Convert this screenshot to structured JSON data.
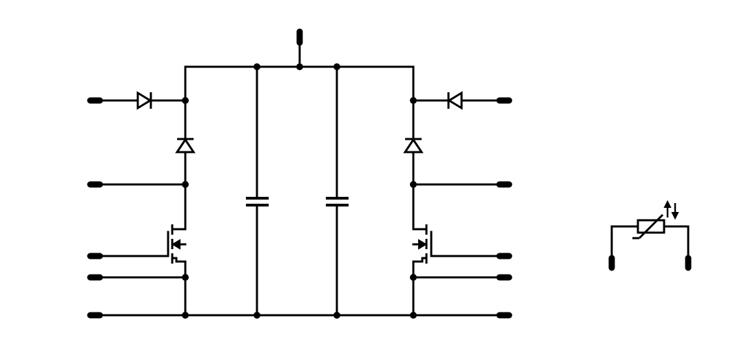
{
  "diagram": {
    "kind": "schematic",
    "components": [
      "diode-input-left",
      "diode-vertical-left",
      "mosfet-left",
      "capacitor-1",
      "capacitor-2",
      "diode-input-right",
      "diode-vertical-right",
      "mosfet-right",
      "ntc-thermistor"
    ],
    "colors": {
      "wire": "#000000",
      "background": "#ffffff"
    }
  }
}
